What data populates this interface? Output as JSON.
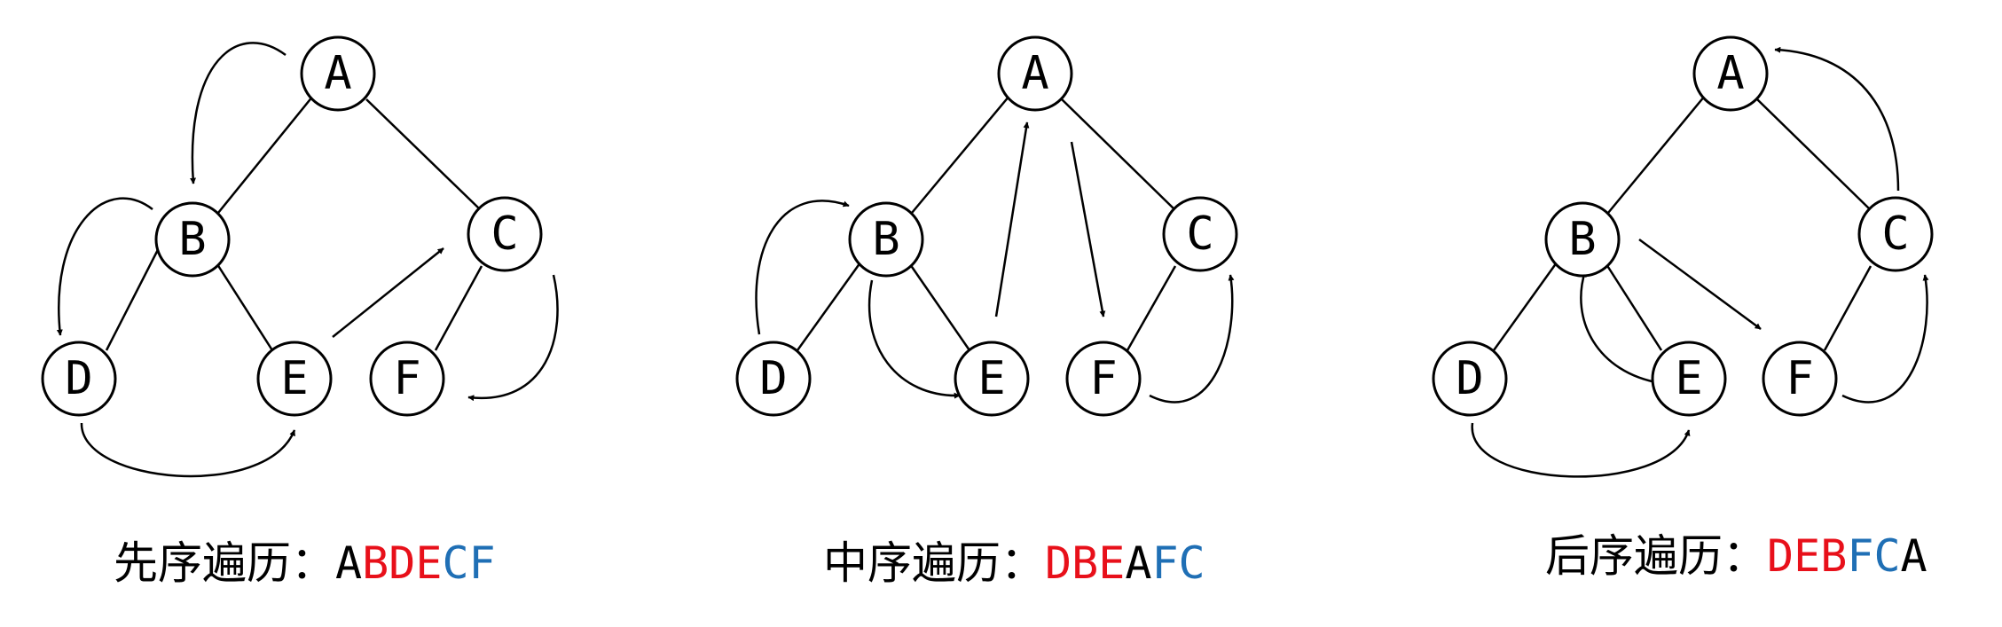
{
  "colors": {
    "black": "#000000",
    "red": "#e8101a",
    "blue": "#1f6fb5"
  },
  "panels": [
    {
      "nodes": [
        {
          "label": "A"
        },
        {
          "label": "B"
        },
        {
          "label": "C"
        },
        {
          "label": "D"
        },
        {
          "label": "E"
        },
        {
          "label": "F"
        }
      ],
      "caption_label": "先序遍历：",
      "sequence": [
        {
          "ch": "A",
          "color": "black"
        },
        {
          "ch": "B",
          "color": "red"
        },
        {
          "ch": "D",
          "color": "red"
        },
        {
          "ch": "E",
          "color": "red"
        },
        {
          "ch": "C",
          "color": "blue"
        },
        {
          "ch": "F",
          "color": "blue"
        }
      ]
    },
    {
      "nodes": [
        {
          "label": "A"
        },
        {
          "label": "B"
        },
        {
          "label": "C"
        },
        {
          "label": "D"
        },
        {
          "label": "E"
        },
        {
          "label": "F"
        }
      ],
      "caption_label": "中序遍历：",
      "sequence": [
        {
          "ch": "D",
          "color": "red"
        },
        {
          "ch": "B",
          "color": "red"
        },
        {
          "ch": "E",
          "color": "red"
        },
        {
          "ch": "A",
          "color": "black"
        },
        {
          "ch": "F",
          "color": "blue"
        },
        {
          "ch": "C",
          "color": "blue"
        }
      ]
    },
    {
      "nodes": [
        {
          "label": "A"
        },
        {
          "label": "B"
        },
        {
          "label": "C"
        },
        {
          "label": "D"
        },
        {
          "label": "E"
        },
        {
          "label": "F"
        }
      ],
      "caption_label": "后序遍历：",
      "sequence": [
        {
          "ch": "D",
          "color": "red"
        },
        {
          "ch": "E",
          "color": "red"
        },
        {
          "ch": "B",
          "color": "red"
        },
        {
          "ch": "F",
          "color": "blue"
        },
        {
          "ch": "C",
          "color": "blue"
        },
        {
          "ch": "A",
          "color": "black"
        }
      ]
    }
  ]
}
